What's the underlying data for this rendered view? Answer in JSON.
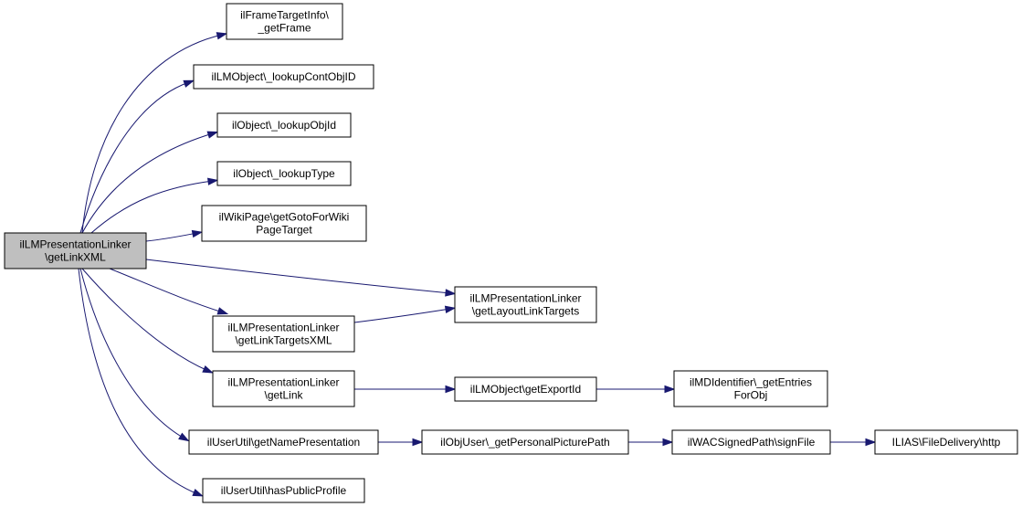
{
  "diagram": {
    "colors": {
      "edge": "#191970",
      "root_fill": "#bfbfbf",
      "node_fill": "#ffffff",
      "border": "#000000"
    },
    "nodes": [
      {
        "id": "root",
        "lines": [
          "ilLMPresentationLinker",
          "\\getLinkXML"
        ],
        "highlight": true
      },
      {
        "id": "n1",
        "lines": [
          "ilFrameTargetInfo\\",
          "_getFrame"
        ]
      },
      {
        "id": "n2",
        "lines": [
          "ilLMObject\\_lookupContObjID"
        ]
      },
      {
        "id": "n3",
        "lines": [
          "ilObject\\_lookupObjId"
        ]
      },
      {
        "id": "n4",
        "lines": [
          "ilObject\\_lookupType"
        ]
      },
      {
        "id": "n5",
        "lines": [
          "ilWikiPage\\getGotoForWiki",
          "PageTarget"
        ]
      },
      {
        "id": "n6",
        "lines": [
          "ilLMPresentationLinker",
          "\\getLayoutLinkTargets"
        ]
      },
      {
        "id": "n7",
        "lines": [
          "ilLMPresentationLinker",
          "\\getLinkTargetsXML"
        ]
      },
      {
        "id": "n8",
        "lines": [
          "ilLMPresentationLinker",
          "\\getLink"
        ]
      },
      {
        "id": "n9",
        "lines": [
          "ilLMObject\\getExportId"
        ]
      },
      {
        "id": "n10",
        "lines": [
          "ilMDIdentifier\\_getEntries",
          "ForObj"
        ]
      },
      {
        "id": "n11",
        "lines": [
          "ilUserUtil\\getNamePresentation"
        ]
      },
      {
        "id": "n12",
        "lines": [
          "ilObjUser\\_getPersonalPicturePath"
        ]
      },
      {
        "id": "n13",
        "lines": [
          "ilWACSignedPath\\signFile"
        ]
      },
      {
        "id": "n14",
        "lines": [
          "ILIAS\\FileDelivery\\http"
        ]
      },
      {
        "id": "n15",
        "lines": [
          "ilUserUtil\\hasPublicProfile"
        ]
      }
    ],
    "edges": [
      {
        "from": "root",
        "to": "n1"
      },
      {
        "from": "root",
        "to": "n2"
      },
      {
        "from": "root",
        "to": "n3"
      },
      {
        "from": "root",
        "to": "n4"
      },
      {
        "from": "root",
        "to": "n5"
      },
      {
        "from": "root",
        "to": "n6"
      },
      {
        "from": "root",
        "to": "n7"
      },
      {
        "from": "root",
        "to": "n8"
      },
      {
        "from": "root",
        "to": "n11"
      },
      {
        "from": "root",
        "to": "n15"
      },
      {
        "from": "n7",
        "to": "n6"
      },
      {
        "from": "n8",
        "to": "n9"
      },
      {
        "from": "n9",
        "to": "n10"
      },
      {
        "from": "n11",
        "to": "n12"
      },
      {
        "from": "n12",
        "to": "n13"
      },
      {
        "from": "n13",
        "to": "n14"
      }
    ]
  }
}
